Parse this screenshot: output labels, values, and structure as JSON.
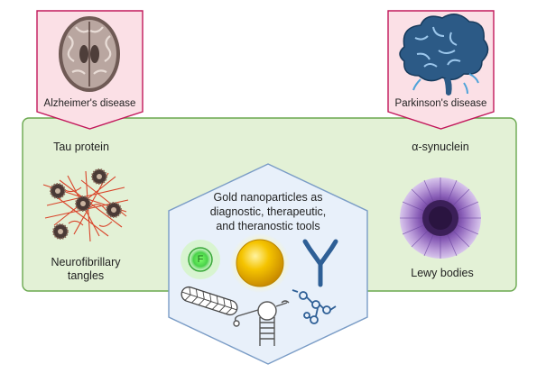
{
  "diseases": {
    "left": "Alzheimer's disease",
    "right": "Parkinson's disease"
  },
  "proteins": {
    "left": "Tau protein",
    "right": "α-synuclein"
  },
  "aggregates": {
    "left_line1": "Neurofibrillary",
    "left_line2": "tangles",
    "right": "Lewy bodies"
  },
  "center": {
    "line1": "Gold nanoparticles as",
    "line2": "diagnostic, therapeutic,",
    "line3": "and theranostic tools",
    "fluor_letter": "F"
  },
  "icons": [
    "brain-mri-icon",
    "brain-icon",
    "tau-tangle-icon",
    "lewy-body-icon",
    "fluorophore-icon",
    "gold-nanoparticle-icon",
    "antibody-icon",
    "carbon-nanotube-icon",
    "aptamer-icon",
    "molecule-icon"
  ],
  "colors": {
    "pink_fill": "#fbe0e6",
    "pink_border": "#c2185b",
    "green_fill": "#e3f1d6",
    "green_border": "#6aa84f",
    "hex_fill": "#e8f0fa",
    "hex_border": "#7a9cc6",
    "gold": "#f2b705",
    "navy": "#1f4e79"
  }
}
